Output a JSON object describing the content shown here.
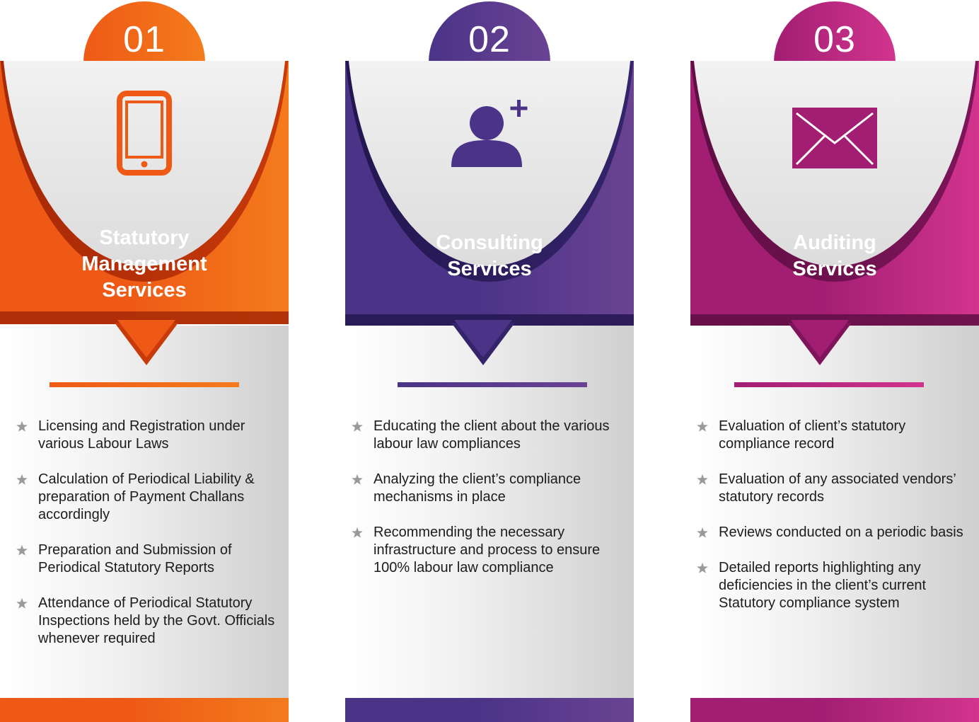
{
  "cards": [
    {
      "number": "01",
      "icon": "tablet-icon",
      "title_lines": [
        "Statutory",
        "Management",
        "Services"
      ],
      "items": [
        "Licensing and Registration under various Labour Laws",
        "Calculation of Periodical Liability & preparation of Payment Challans accordingly",
        "Preparation and Submission of Periodical Statutory Reports",
        "Attendance of Periodical Statutory Inspections held by the Govt. Officials whenever required"
      ],
      "colors": {
        "light": "#f47b1c",
        "mid": "#ee5a16",
        "dark": "#c83a0a",
        "deep": "#a52806"
      }
    },
    {
      "number": "02",
      "icon": "add-user-icon",
      "title_lines": [
        "Consulting",
        "Services"
      ],
      "items": [
        "Educating the client about the various labour law compliances",
        "Analyzing the  client’s compliance mechanisms in place",
        "Recommending the necessary infrastructure and process to ensure 100% labour law compliance"
      ],
      "colors": {
        "light": "#6a4393",
        "mid": "#4b3387",
        "dark": "#34246a",
        "deep": "#231650"
      }
    },
    {
      "number": "03",
      "icon": "envelope-icon",
      "title_lines": [
        "Auditing",
        "Services"
      ],
      "items": [
        "Evaluation of client’s statutory compliance record",
        "Evaluation of any associated vendors’ statutory records",
        "Reviews conducted on a periodic basis",
        "Detailed reports highlighting any deficiencies in the client’s current Statutory compliance system"
      ],
      "colors": {
        "light": "#d2348e",
        "mid": "#a21e73",
        "dark": "#7e155a",
        "deep": "#5f0e44"
      }
    }
  ]
}
